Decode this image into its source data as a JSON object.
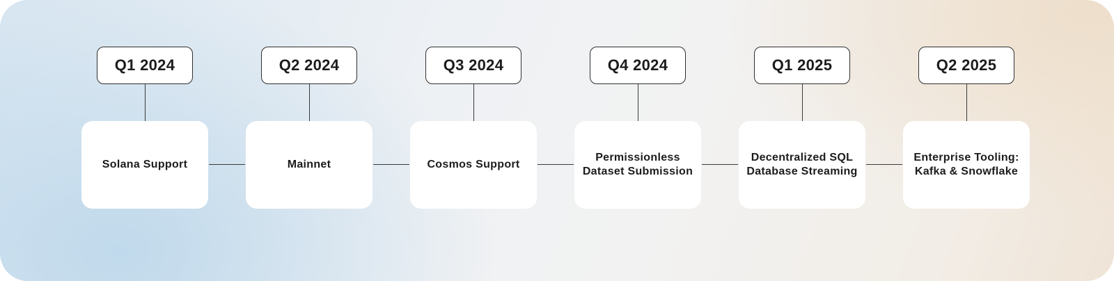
{
  "timeline": {
    "items": [
      {
        "quarter": "Q1 2024",
        "milestone": [
          "Solana Support"
        ]
      },
      {
        "quarter": "Q2 2024",
        "milestone": [
          "Mainnet"
        ]
      },
      {
        "quarter": "Q3 2024",
        "milestone": [
          "Cosmos Support"
        ]
      },
      {
        "quarter": "Q4 2024",
        "milestone": [
          "Permissionless",
          "Dataset Submission"
        ]
      },
      {
        "quarter": "Q1 2025",
        "milestone": [
          "Decentralized SQL",
          "Database Streaming"
        ]
      },
      {
        "quarter": "Q2 2025",
        "milestone": [
          "Enterprise Tooling:",
          "Kafka & Snowflake"
        ]
      }
    ]
  },
  "colors": {
    "line": "#3a3a3a",
    "text": "#1c1c1c",
    "box": "#ffffff"
  }
}
